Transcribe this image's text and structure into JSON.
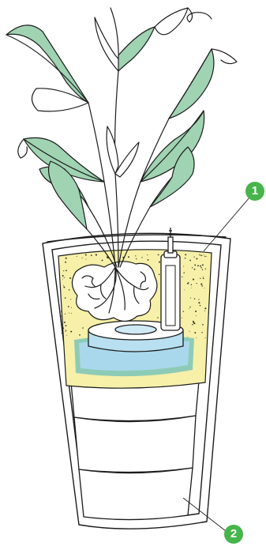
{
  "colors": {
    "background": "#ffffff",
    "outline": "#1c1c1c",
    "leaf": "#9fd3b2",
    "soil": "#f6f0a9",
    "soil_dots": "#3a3a2a",
    "water": "#a9d8ec",
    "water_rim": "#8ecbb6",
    "badge": "#46b54a",
    "badge_text": "#ffffff"
  },
  "callouts": [
    {
      "id": "1",
      "label": "1",
      "icon": "number-circle-icon"
    },
    {
      "id": "2",
      "label": "2",
      "icon": "number-circle-icon"
    }
  ],
  "icons": {
    "plant": "plant-icon",
    "water_level_indicator": "water-level-indicator-icon",
    "roots": "root-ball-icon"
  }
}
